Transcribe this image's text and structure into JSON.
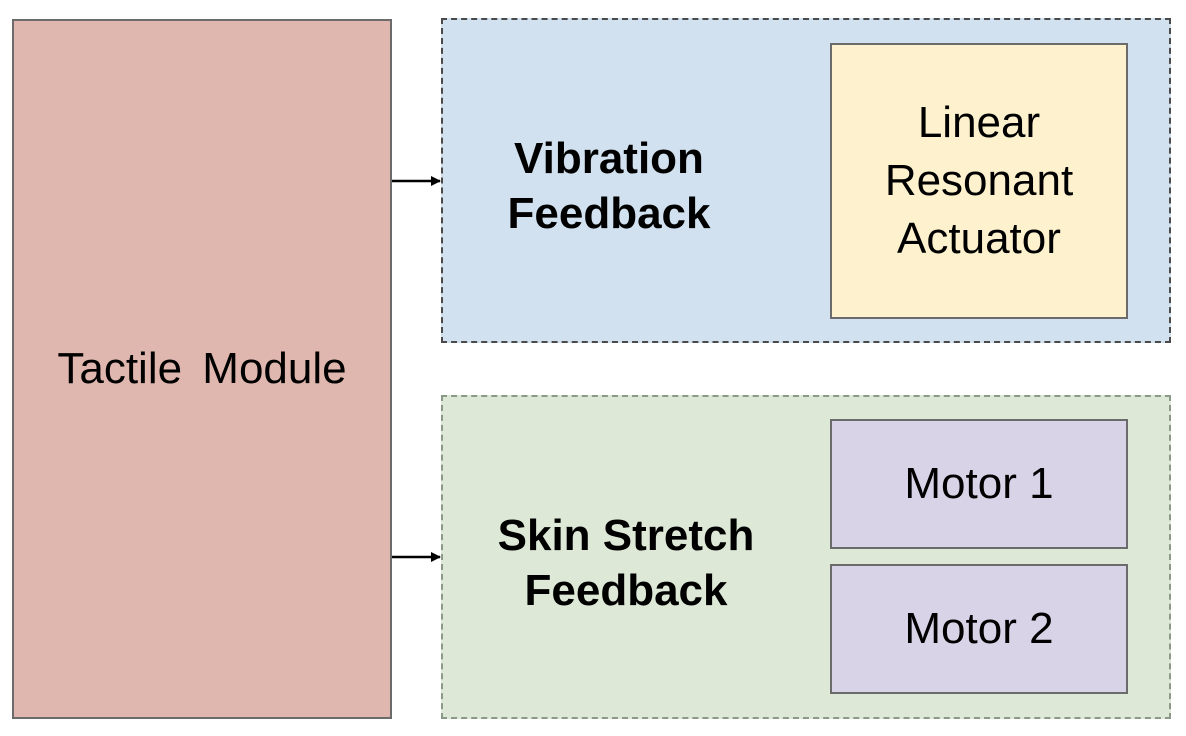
{
  "diagram": {
    "tactile_module": "Tactile Module",
    "vibration_feedback": "Vibration\nFeedback",
    "linear_resonant_actuator": "Linear\nResonant\nActuator",
    "skin_stretch_feedback": "Skin Stretch\nFeedback",
    "motor_1": "Motor 1",
    "motor_2": "Motor 2"
  }
}
